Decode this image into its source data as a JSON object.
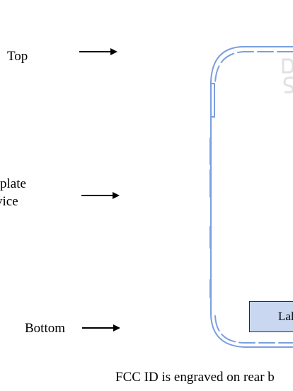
{
  "labels": {
    "top": "Top",
    "plate_line1": "plate",
    "plate_line2": "vice",
    "bottom": "Bottom"
  },
  "device": {
    "label_text": "Lal"
  },
  "footer": {
    "text": "FCC ID is engraved on rear b"
  },
  "colors": {
    "outline": "#7b9fe0",
    "label_fill": "#c9d8f0"
  },
  "icons": [
    "right-arrow-icon"
  ]
}
